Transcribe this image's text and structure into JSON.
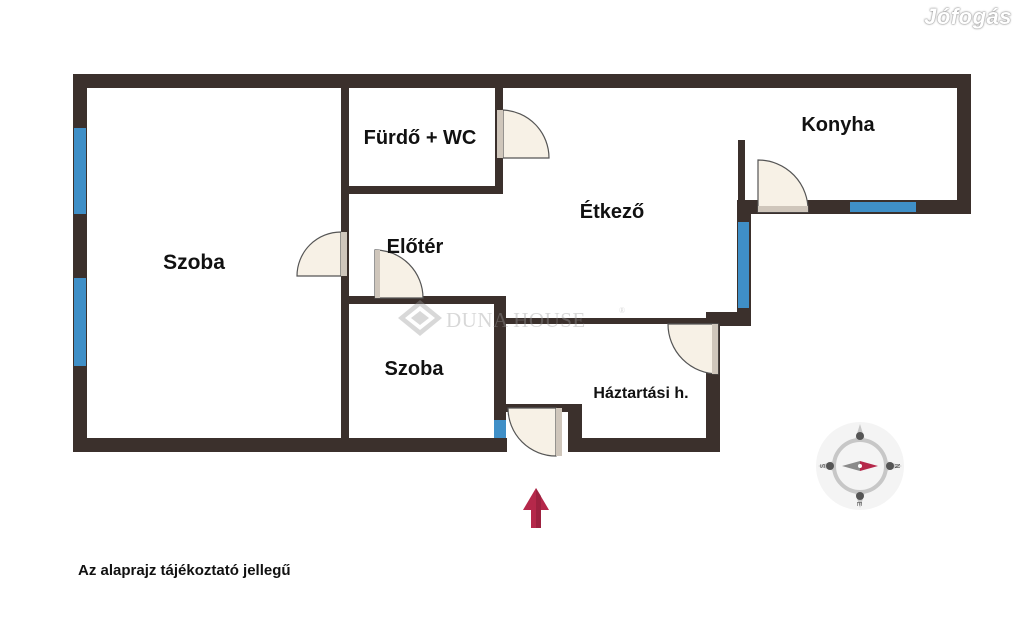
{
  "watermark": {
    "brand": "Jófogás",
    "agency": "DUNA HOUSE",
    "registered": "®"
  },
  "rooms": {
    "szoba_large": "Szoba",
    "furdo": "Fürdő + WC",
    "etkezo": "Étkező",
    "konyha": "Konyha",
    "eloter": "Előtér",
    "szoba_small": "Szoba",
    "haztartasi": "Háztartási h."
  },
  "compass": {
    "n": "N",
    "s": "S",
    "e": "E"
  },
  "note": "Az alaprajz tájékoztató jellegű",
  "colors": {
    "wall": "#3b302c",
    "window": "#3f8fc7",
    "door": "#f7f1e6",
    "entrance_arrow": "#b5284a"
  }
}
